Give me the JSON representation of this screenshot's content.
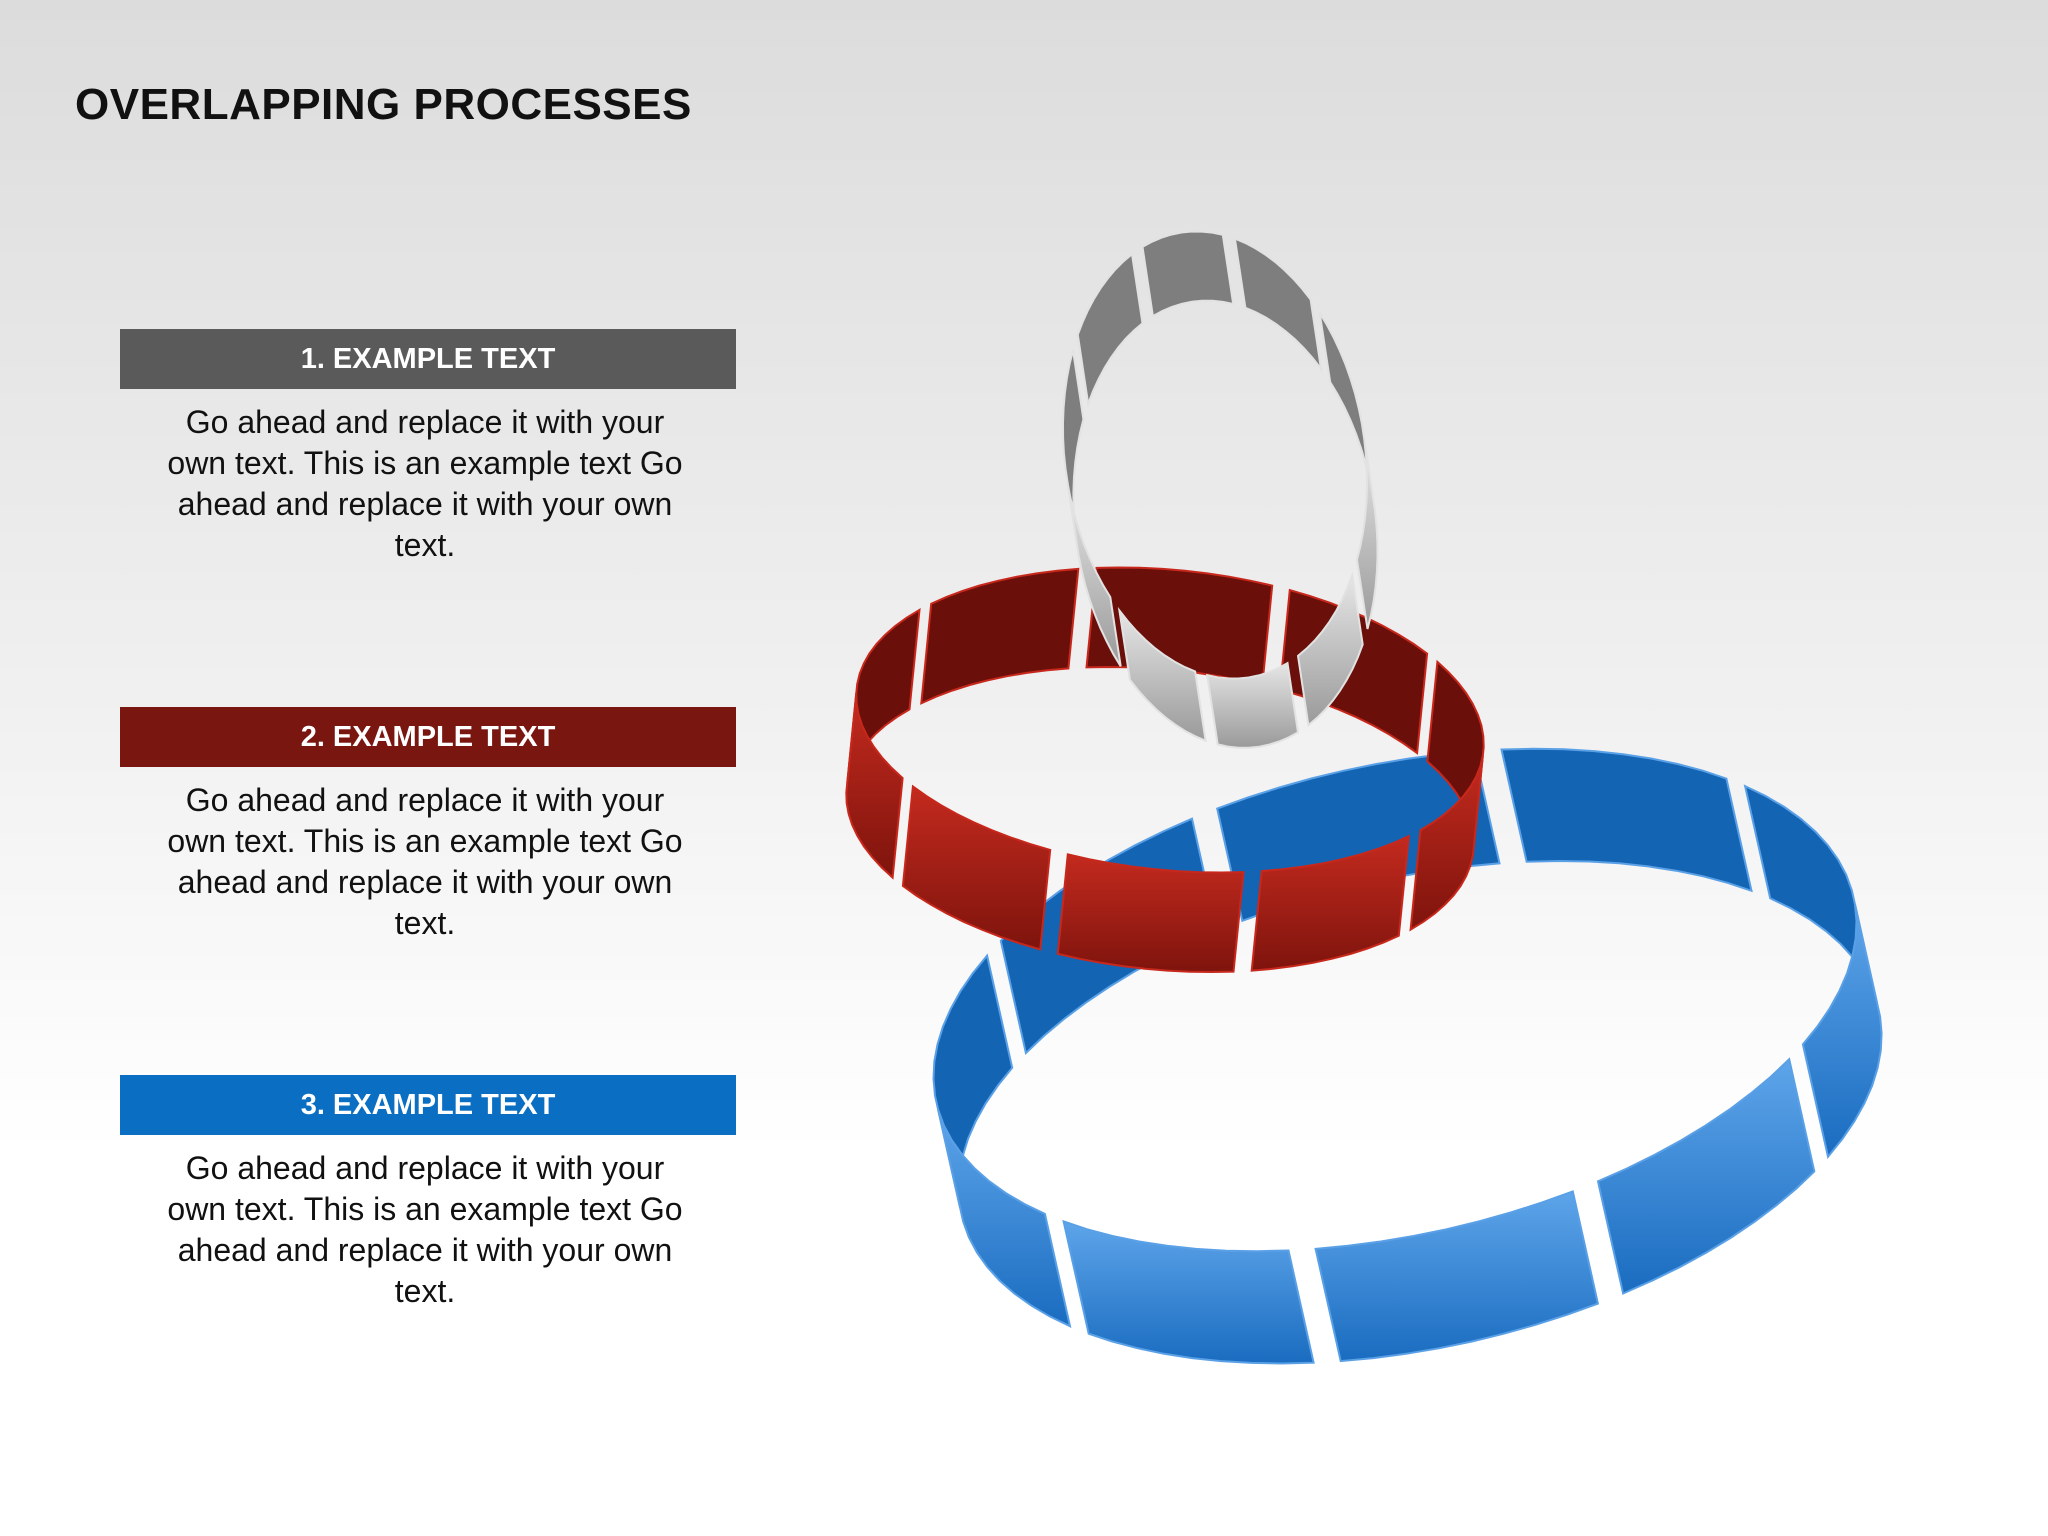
{
  "title": "OVERLAPPING PROCESSES",
  "steps": [
    {
      "heading": "1. EXAMPLE TEXT",
      "body": "Go ahead and replace it with your own text. This is an example text Go ahead and replace it with your own text.",
      "color": "#5a5a5a"
    },
    {
      "heading": "2. EXAMPLE TEXT",
      "body": "Go ahead and replace it with your own text. This is an example text Go ahead and replace it with your own text.",
      "color": "#7a1610"
    },
    {
      "heading": "3. EXAMPLE TEXT",
      "body": "Go ahead and replace it with your own text. This is an example text Go ahead and replace it with your own text.",
      "color": "#0a6fc2"
    }
  ],
  "rings": [
    {
      "name": "gray-ring",
      "colors": {
        "light": "#e2e2e2",
        "mid": "#b3b3b3",
        "dark": "#7e7e7e"
      }
    },
    {
      "name": "red-ring",
      "colors": {
        "light": "#c8281c",
        "mid": "#9e1a12",
        "dark": "#6a0f09"
      }
    },
    {
      "name": "blue-ring",
      "colors": {
        "light": "#5aa0e6",
        "mid": "#2f86d8",
        "dark": "#1464b4"
      }
    }
  ]
}
